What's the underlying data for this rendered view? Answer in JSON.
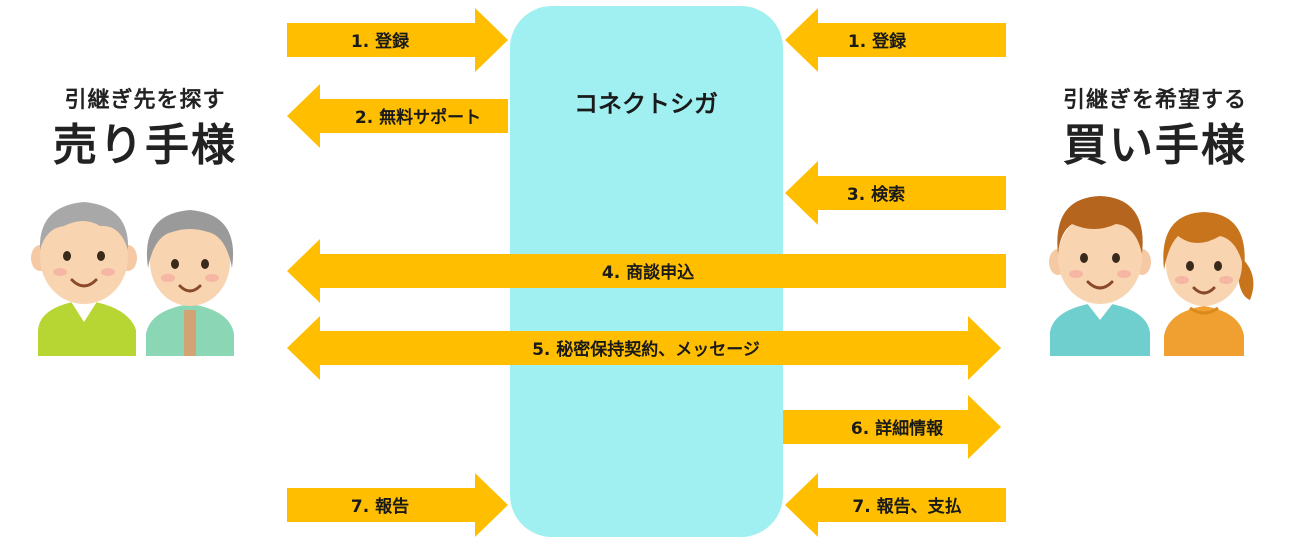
{
  "platform": {
    "name": "コネクトシガ",
    "color": "#a0f0f2"
  },
  "seller": {
    "subtitle": "引継ぎ先を探す",
    "title": "売り手様"
  },
  "buyer": {
    "subtitle": "引継ぎを希望する",
    "title": "買い手様"
  },
  "colors": {
    "arrow": "#ffbf00",
    "text": "#1a1a1a"
  },
  "steps": [
    {
      "id": "step-1-seller",
      "label": "1. 登録",
      "direction": "seller-to-platform"
    },
    {
      "id": "step-1-buyer",
      "label": "1. 登録",
      "direction": "buyer-to-platform"
    },
    {
      "id": "step-2",
      "label": "2. 無料サポート",
      "direction": "platform-to-seller"
    },
    {
      "id": "step-3",
      "label": "3. 検索",
      "direction": "buyer-to-platform"
    },
    {
      "id": "step-4",
      "label": "4. 商談申込",
      "direction": "buyer-to-seller"
    },
    {
      "id": "step-5",
      "label": "5. 秘密保持契約、メッセージ",
      "direction": "bidirectional"
    },
    {
      "id": "step-6",
      "label": "6. 詳細情報",
      "direction": "platform-to-buyer"
    },
    {
      "id": "step-7-seller",
      "label": "7. 報告",
      "direction": "seller-to-platform"
    },
    {
      "id": "step-7-buyer",
      "label": "7. 報告、支払",
      "direction": "buyer-to-platform"
    }
  ]
}
